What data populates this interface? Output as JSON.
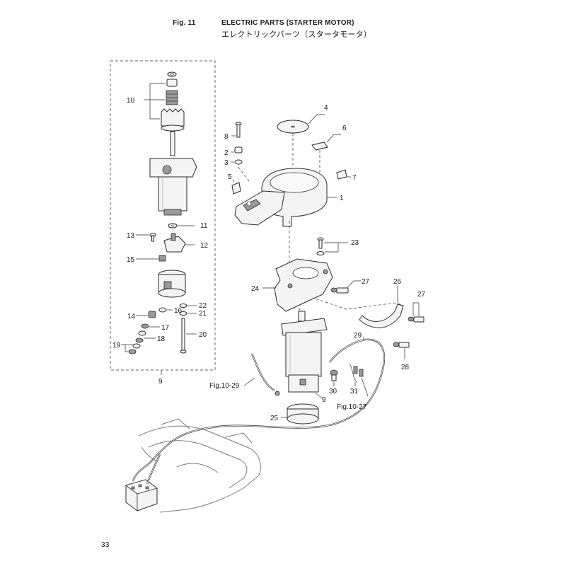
{
  "header": {
    "fig_label": "Fig. 11",
    "title_en": "ELECTRIC PARTS (STARTER MOTOR)",
    "title_jp": "エレクトリックパーツ（スタータモータ）"
  },
  "labels": {
    "p1": "1",
    "p2": "2",
    "p3": "3",
    "p4": "4",
    "p5": "5",
    "p6": "6",
    "p7": "7",
    "p8": "8",
    "p9_group": "9",
    "p9_motor": "9",
    "p10": "10",
    "p11": "11",
    "p12": "12",
    "p13": "13",
    "p14": "14",
    "p15": "15",
    "p16": "16",
    "p17": "17",
    "p18": "18",
    "p19": "19",
    "p20": "20",
    "p21": "21",
    "p22": "22",
    "p23": "23",
    "p24": "24",
    "p25": "25",
    "p26": "26",
    "p27_a": "27",
    "p27_b": "27",
    "p28": "28",
    "p29": "29",
    "p30": "30",
    "p31": "31",
    "ref_fig10_29": "Fig.10-29",
    "ref_fig10_27": "Fig.10-27"
  },
  "footer": {
    "page_number": "33"
  }
}
